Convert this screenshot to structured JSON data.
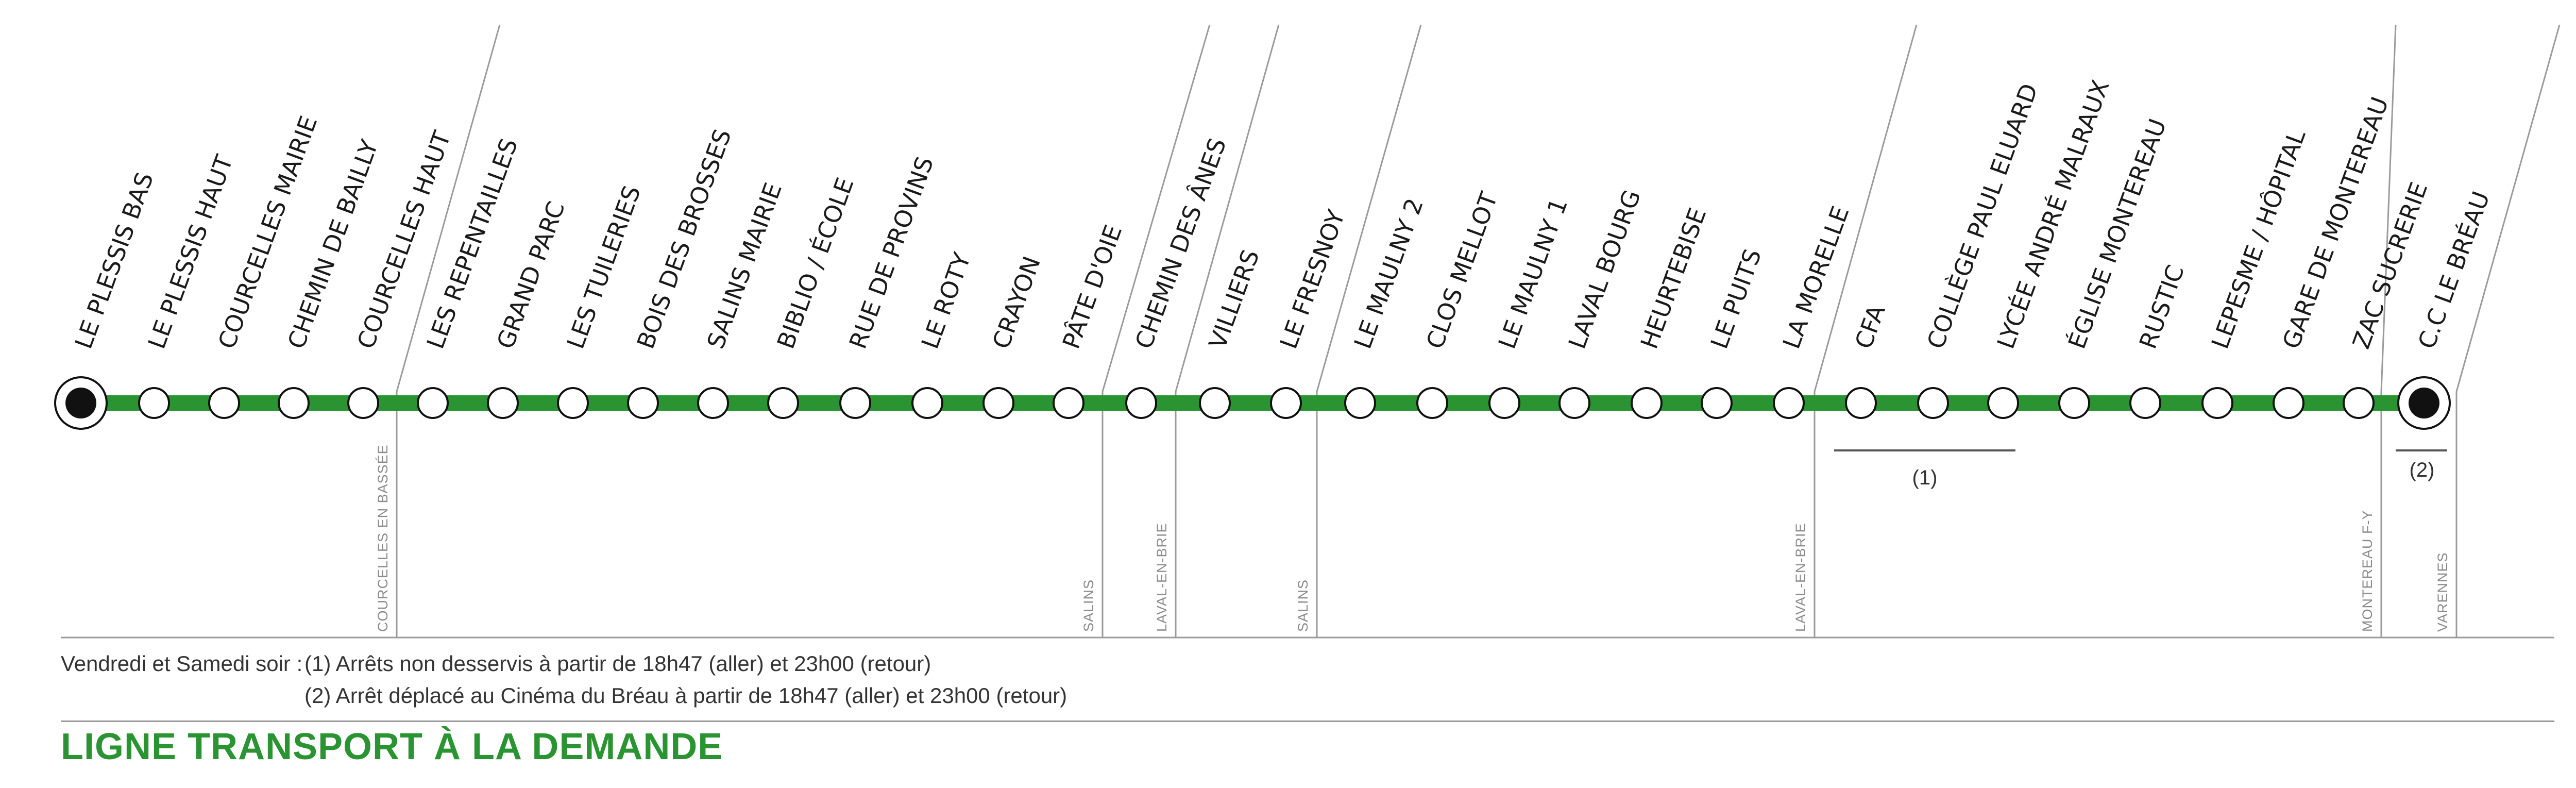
{
  "colors": {
    "line": "#2a9432",
    "title": "#2a9432",
    "separator": "#9a9a9a",
    "text": "#1a1a1a"
  },
  "stops": [
    {
      "name": "LE PLESSIS BAS",
      "terminus": true
    },
    {
      "name": "LE PLESSIS HAUT"
    },
    {
      "name": "COURCELLES MAIRIE"
    },
    {
      "name": "CHEMIN DE BAILLY"
    },
    {
      "name": "COURCELLES HAUT"
    },
    {
      "name": "LES REPENTAILLES"
    },
    {
      "name": "GRAND PARC"
    },
    {
      "name": "LES TUILERIES"
    },
    {
      "name": "BOIS DES BROSSES"
    },
    {
      "name": "SALINS MAIRIE"
    },
    {
      "name": "BIBLIO / ÉCOLE"
    },
    {
      "name": "RUE DE PROVINS"
    },
    {
      "name": "LE ROTY"
    },
    {
      "name": "CRAYON"
    },
    {
      "name": "PÂTE D'OIE"
    },
    {
      "name": "CHEMIN DES ÂNES"
    },
    {
      "name": "VILLIERS"
    },
    {
      "name": "LE FRESNOY"
    },
    {
      "name": "LE MAULNY 2"
    },
    {
      "name": "CLOS MELLOT"
    },
    {
      "name": "LE MAULNY 1"
    },
    {
      "name": "LAVAL BOURG"
    },
    {
      "name": "HEURTEBISE"
    },
    {
      "name": "LE PUITS"
    },
    {
      "name": "LA MORELLE"
    },
    {
      "name": "CFA"
    },
    {
      "name": "COLLÈGE PAUL ELUARD"
    },
    {
      "name": "LYCÉE ANDRÉ MALRAUX"
    },
    {
      "name": "ÉGLISE MONTEREAU"
    },
    {
      "name": "RUSTIC"
    },
    {
      "name": "LEPESME / HÔPITAL"
    },
    {
      "name": "GARE DE MONTEREAU"
    },
    {
      "name": "ZAC SUCRERIE"
    },
    {
      "name": "C.C LE BRÉAU",
      "terminus": true
    }
  ],
  "towns": [
    "COURCELLES EN BASSÉE",
    "SALINS",
    "LAVAL-EN-BRIE",
    "SALINS",
    "LAVAL-EN-BRIE",
    "MONTEREAU F-Y",
    "VARENNES"
  ],
  "notes": [
    "(1)",
    "(2)"
  ],
  "footnotes": {
    "prefix": "Vendredi et Samedi soir :",
    "note1": "(1) Arrêts non desservis à partir de 18h47 (aller) et 23h00 (retour)",
    "note2": "(2) Arrêt déplacé au Cinéma du Bréau à partir de 18h47 (aller) et 23h00 (retour)"
  },
  "title": "LIGNE TRANSPORT À LA DEMANDE"
}
